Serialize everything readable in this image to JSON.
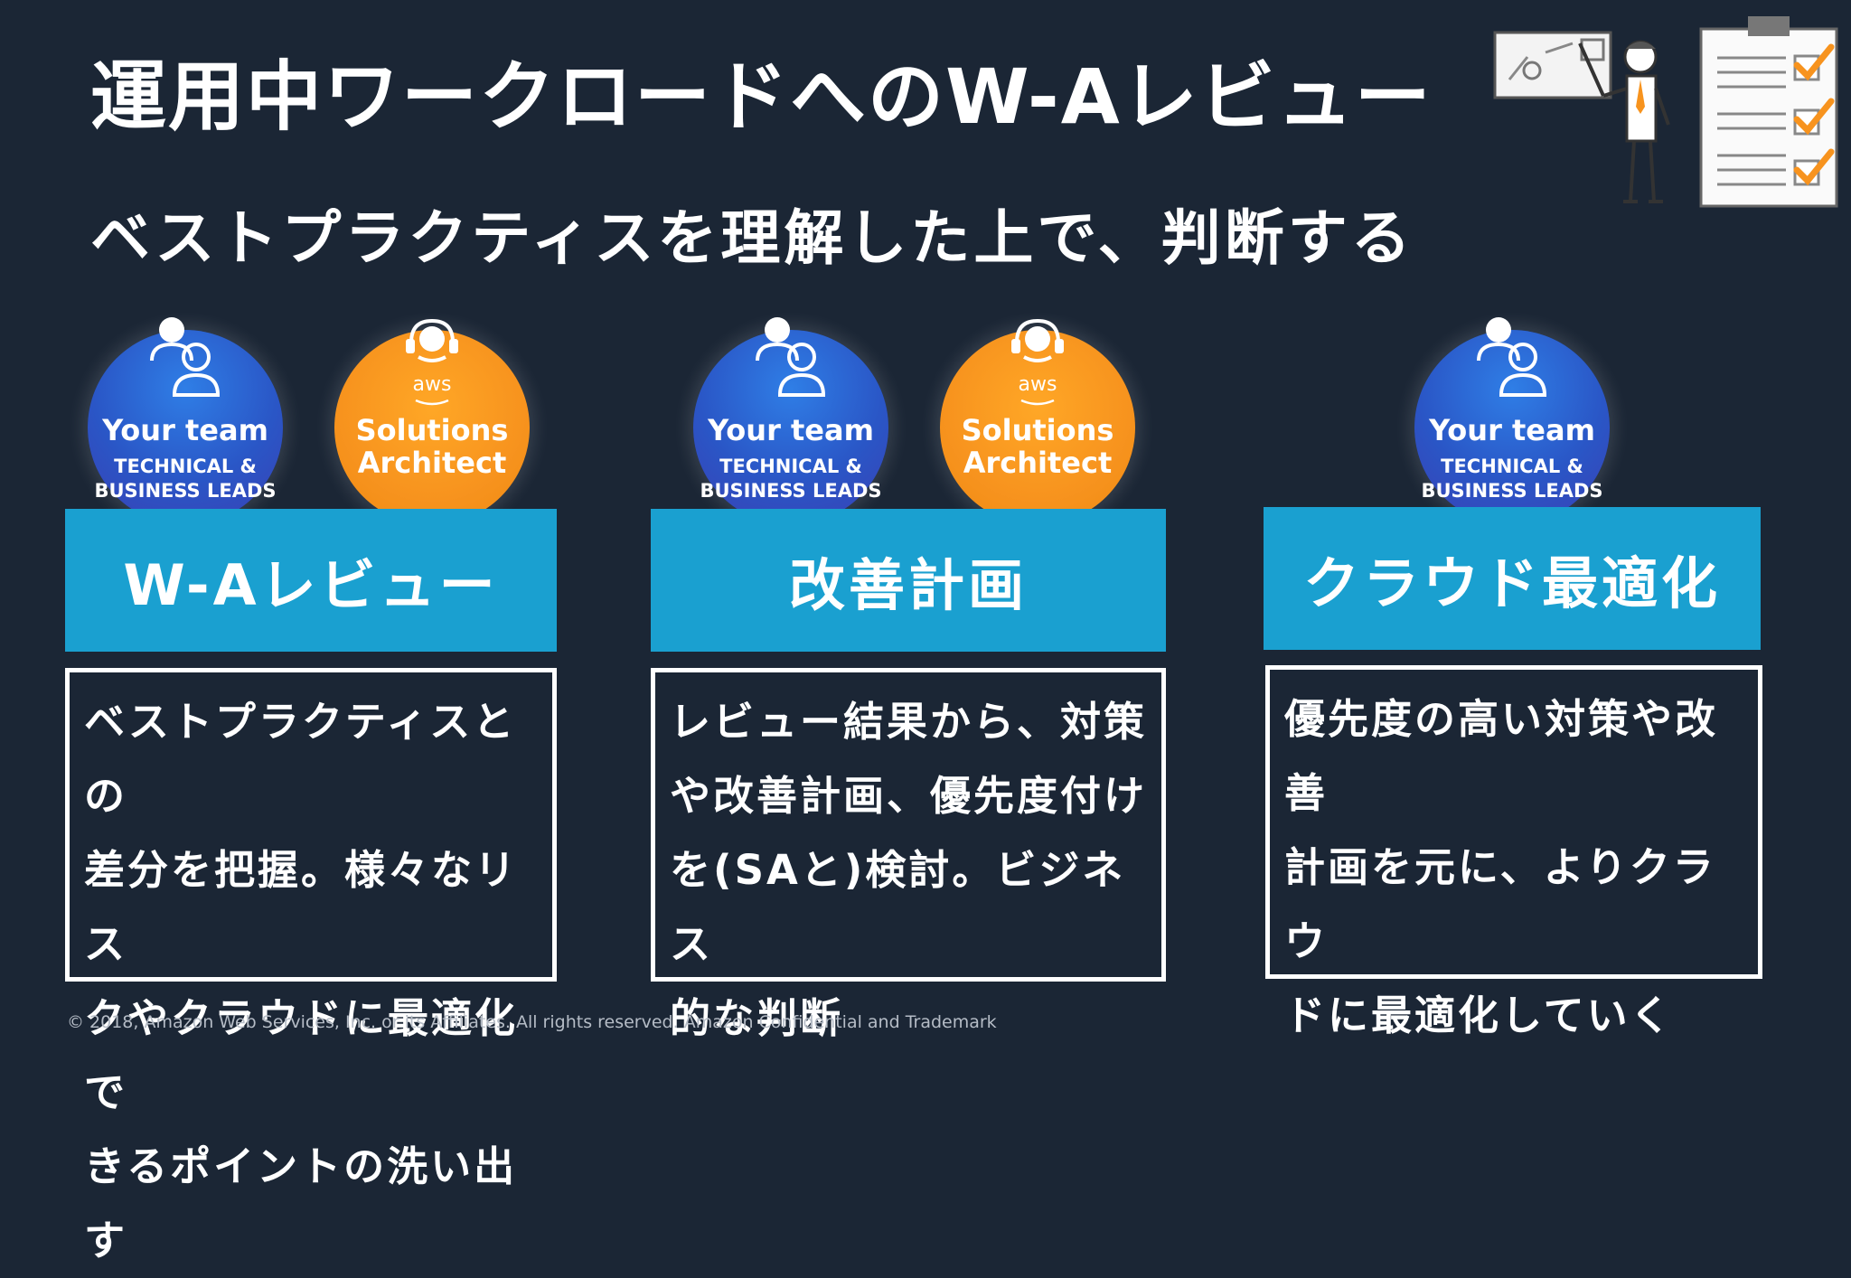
{
  "slide": {
    "title": "運用中ワークロードへのW-Aレビュー",
    "subtitle": "ベストプラクティスを理解した上で、判断する",
    "footer": "© 2018, Amazon Web Services, Inc. or its Affiliates. All rights reserved. Amazon Confidential and Trademark"
  },
  "roles": {
    "team_name": "Your team",
    "team_sub1": "TECHNICAL &",
    "team_sub2": "BUSINESS LEADS",
    "sa_logo": "aws",
    "sa_line1": "Solutions",
    "sa_line2": "Architect"
  },
  "columns": [
    {
      "heading": "W-Aレビュー",
      "lines": [
        "ベストプラクティスとの",
        "差分を把握。様々なリス",
        "クやクラウドに最適化で",
        "きるポイントの洗い出す"
      ]
    },
    {
      "heading": "改善計画",
      "lines": [
        "レビュー結果から、対策",
        "や改善計画、優先度付け",
        "を(SAと)検討。ビジネス",
        "的な判断"
      ]
    },
    {
      "heading": "クラウド最適化",
      "lines": [
        "優先度の高い対策や改善",
        "計画を元に、よりクラウ",
        "ドに最適化していく"
      ]
    }
  ],
  "colors": {
    "background": "#1b2635",
    "band": "#1aa0d0",
    "team_circle": "#2a56c6",
    "sa_circle": "#f7931e"
  },
  "icons": [
    "user-group-icon",
    "headset-icon",
    "presenter-illustration",
    "checklist-illustration"
  ]
}
